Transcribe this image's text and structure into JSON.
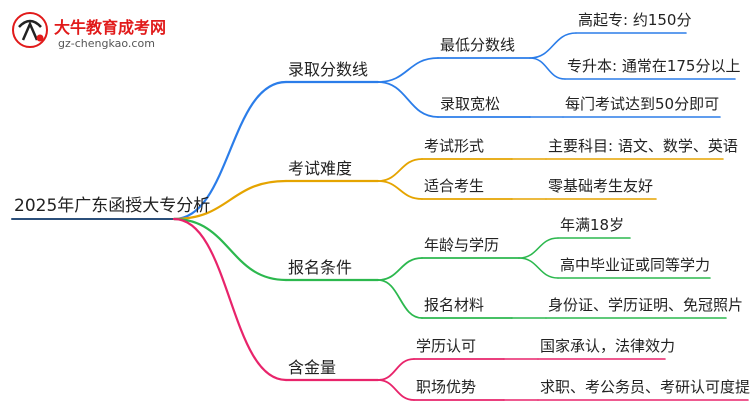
{
  "logo": {
    "name": "大牛教育成考网",
    "url": "gz-chengkao.com"
  },
  "root": {
    "label": "2025年广东函授大专分析"
  },
  "branches": [
    {
      "label": "录取分数线",
      "color": "#2b7de9",
      "children": [
        {
          "label": "最低分数线",
          "children": [
            {
              "label": "高起专: 约150分"
            },
            {
              "label": "专升本: 通常在175分以上"
            }
          ]
        },
        {
          "label": "录取宽松",
          "children": [
            {
              "label": "每门考试达到50分即可"
            }
          ]
        }
      ]
    },
    {
      "label": "考试难度",
      "color": "#e5a400",
      "children": [
        {
          "label": "考试形式",
          "children": [
            {
              "label": "主要科目: 语文、数学、英语"
            }
          ]
        },
        {
          "label": "适合考生",
          "children": [
            {
              "label": "零基础考生友好"
            }
          ]
        }
      ]
    },
    {
      "label": "报名条件",
      "color": "#2cb84e",
      "children": [
        {
          "label": "年龄与学历",
          "children": [
            {
              "label": "年满18岁"
            },
            {
              "label": "高中毕业证或同等学力"
            }
          ]
        },
        {
          "label": "报名材料",
          "children": [
            {
              "label": "身份证、学历证明、免冠照片"
            }
          ]
        }
      ]
    },
    {
      "label": "含金量",
      "color": "#e8246b",
      "children": [
        {
          "label": "学历认可",
          "children": [
            {
              "label": "国家承认，法律效力"
            }
          ]
        },
        {
          "label": "职场优势",
          "children": [
            {
              "label": "求职、考公务员、考研认可度提高"
            }
          ]
        }
      ]
    }
  ]
}
